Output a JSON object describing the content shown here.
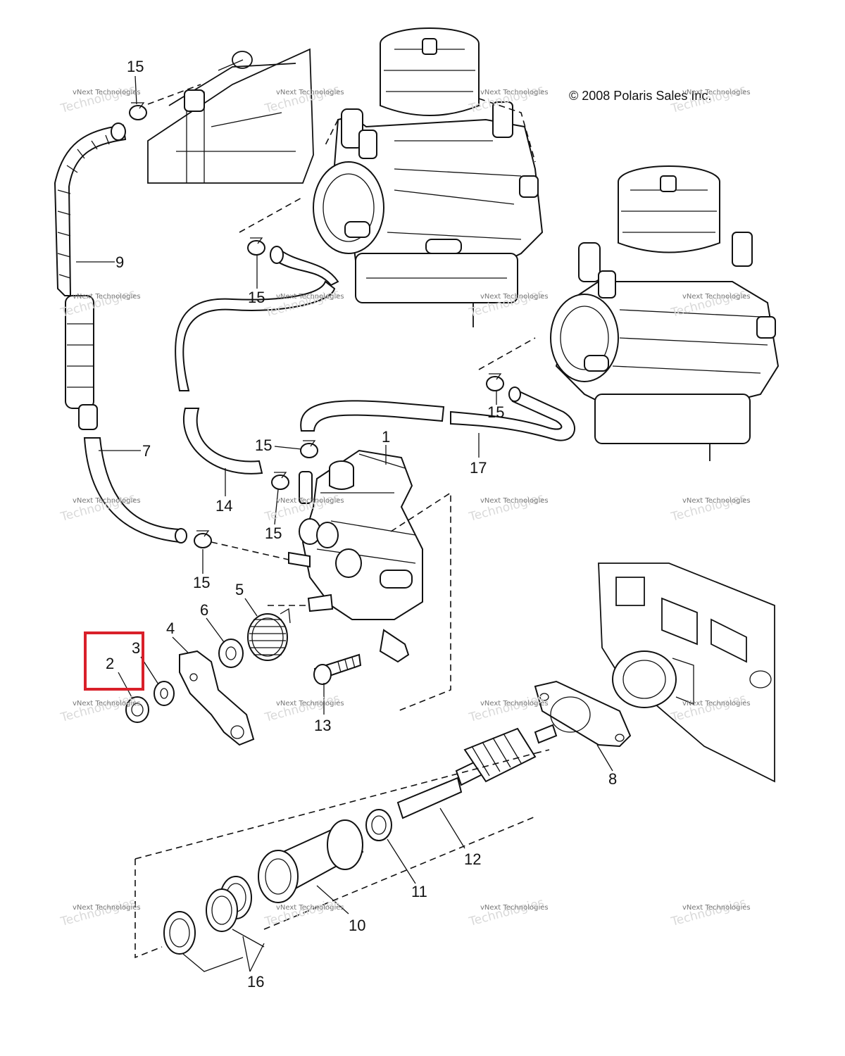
{
  "copyright": "© 2008 Polaris Sales Inc.",
  "watermark": {
    "line1": "vNext Technologies",
    "line2": "Technologies"
  },
  "callouts": {
    "c1": "1",
    "c2": "2",
    "c3": "3",
    "c4": "4",
    "c5": "5",
    "c6": "6",
    "c7": "7",
    "c8": "8",
    "c9": "9",
    "c10": "10",
    "c11": "11",
    "c12": "12",
    "c13": "13",
    "c14": "14",
    "c15": "15",
    "c16": "16",
    "c17": "17"
  },
  "highlight": {
    "label": "2",
    "color": "#d9202a"
  }
}
